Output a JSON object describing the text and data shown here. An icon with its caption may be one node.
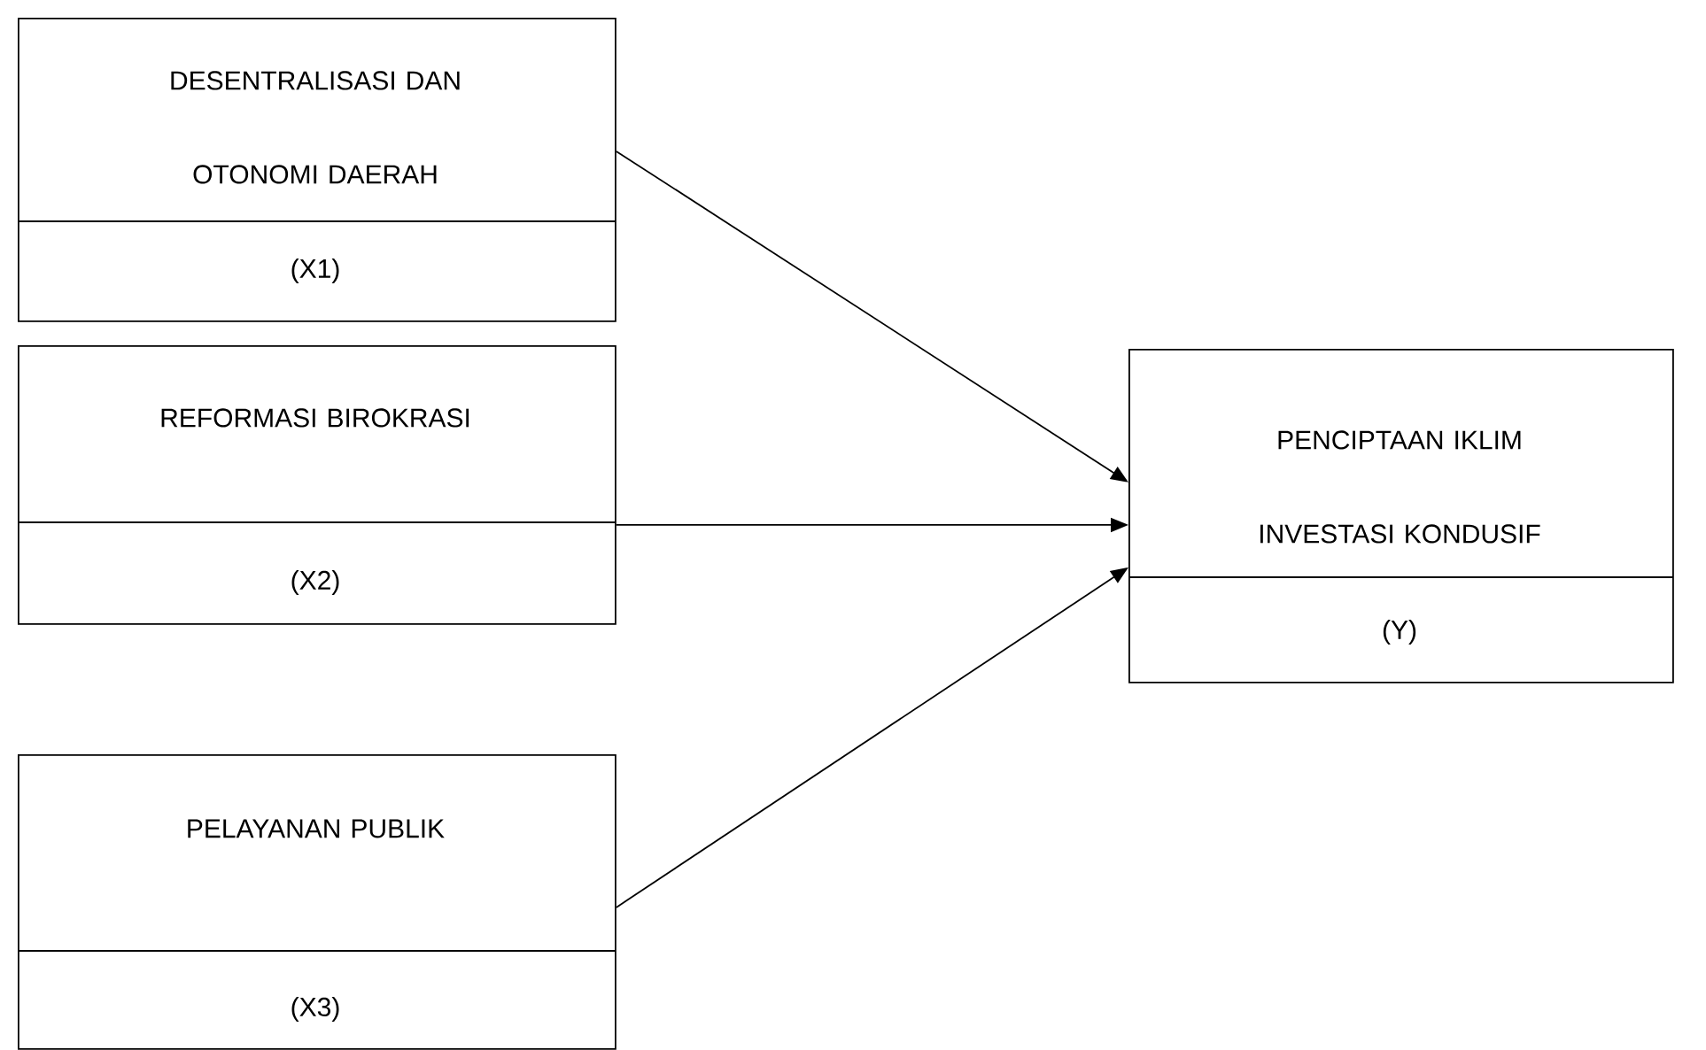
{
  "diagram": {
    "nodes": [
      {
        "text": [
          "DESENTRALISASI DAN OTONOMI DAERAH",
          "(X1)"
        ]
      },
      {
        "text": [
          "REFORMASI BIROKRASI",
          "(X2)"
        ]
      },
      {
        "text": [
          "PELAYANAN PUBLIK",
          "(X3)"
        ]
      },
      {
        "text": [
          "PENCIPTAAN IKLIM INVESTASI KONDUSIF",
          "(Y)"
        ]
      }
    ],
    "edges": [
      {
        "from": 0,
        "to": 3,
        "arrow": "to"
      },
      {
        "from": 1,
        "to": 3,
        "arrow": "to"
      },
      {
        "from": 2,
        "to": 3,
        "arrow": "to"
      }
    ]
  }
}
